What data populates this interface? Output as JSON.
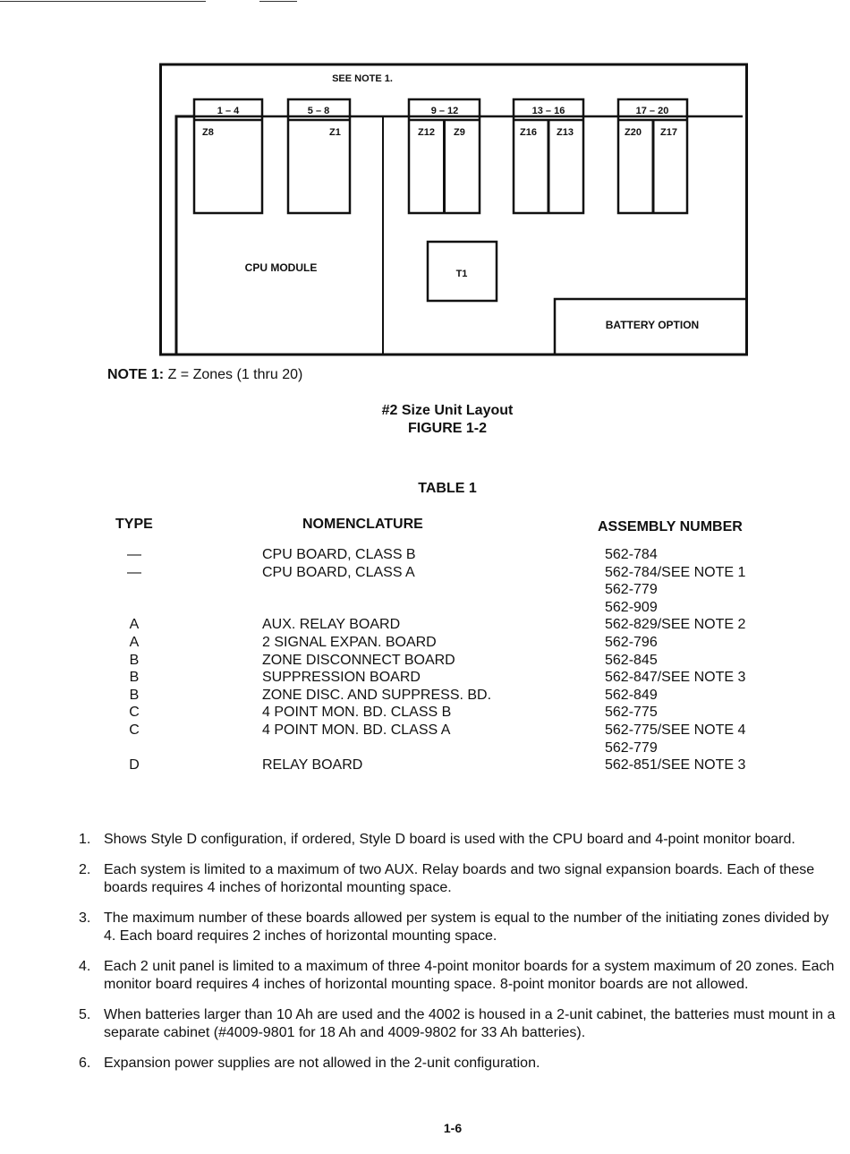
{
  "diagram": {
    "see_note": "SEE NOTE 1.",
    "slots": [
      {
        "range": "1 – 4",
        "zones": [
          "Z8"
        ]
      },
      {
        "range": "5 – 8",
        "zones": [
          "Z1"
        ]
      },
      {
        "range": "9 – 12",
        "zones": [
          "Z12",
          "Z9"
        ]
      },
      {
        "range": "13 – 16",
        "zones": [
          "Z16",
          "Z13"
        ]
      },
      {
        "range": "17 – 20",
        "zones": [
          "Z20",
          "Z17"
        ]
      }
    ],
    "cpu_module": "CPU MODULE",
    "t1": "T1",
    "battery_option": "BATTERY OPTION"
  },
  "note1": {
    "label": "NOTE 1:",
    "text": "Z = Zones (1 thru 20)"
  },
  "figure": {
    "title": "#2 Size Unit Layout",
    "number": "FIGURE 1-2"
  },
  "table": {
    "title": "TABLE 1",
    "headers": {
      "type": "TYPE",
      "nomenclature": "NOMENCLATURE",
      "assembly": "ASSEMBLY NUMBER"
    },
    "rows": [
      {
        "type": "—",
        "nomenclature": "CPU BOARD, CLASS B",
        "assembly": [
          "562-784"
        ]
      },
      {
        "type": "—",
        "nomenclature": "CPU BOARD, CLASS A",
        "assembly": [
          "562-784/SEE NOTE 1",
          "562-779",
          "562-909"
        ]
      },
      {
        "type": "A",
        "nomenclature": "AUX. RELAY BOARD",
        "assembly": [
          "562-829/SEE NOTE 2"
        ]
      },
      {
        "type": "A",
        "nomenclature": "2 SIGNAL EXPAN. BOARD",
        "assembly": [
          "562-796"
        ]
      },
      {
        "type": "B",
        "nomenclature": "ZONE DISCONNECT BOARD",
        "assembly": [
          "562-845"
        ]
      },
      {
        "type": "B",
        "nomenclature": "SUPPRESSION BOARD",
        "assembly": [
          "562-847/SEE NOTE 3"
        ]
      },
      {
        "type": "B",
        "nomenclature": "ZONE DISC. AND SUPPRESS. BD.",
        "assembly": [
          "562-849"
        ]
      },
      {
        "type": "C",
        "nomenclature": "4 POINT MON. BD. CLASS B",
        "assembly": [
          "562-775"
        ]
      },
      {
        "type": "C",
        "nomenclature": "4 POINT MON. BD. CLASS A",
        "assembly": [
          "562-775/SEE NOTE 4",
          "562-779"
        ]
      },
      {
        "type": "D",
        "nomenclature": "RELAY BOARD",
        "assembly": [
          "562-851/SEE NOTE 3"
        ]
      }
    ]
  },
  "notes": [
    {
      "num": "1.",
      "text": "Shows Style D configuration, if ordered, Style D board is used with the CPU board and 4-point monitor board."
    },
    {
      "num": "2.",
      "text": "Each system is limited to a maximum of two AUX. Relay boards and two signal expansion boards. Each of these boards requires 4 inches of horizontal mounting space."
    },
    {
      "num": "3.",
      "text": "The maximum number of these boards allowed per system is equal to the number of the initiating zones divided by 4. Each board requires 2 inches of horizontal mounting space."
    },
    {
      "num": "4.",
      "text": "Each 2 unit panel is limited to a maximum of three 4-point monitor boards for a system maximum of 20 zones. Each monitor board requires 4 inches of horizontal mounting space. 8-point monitor boards are not allowed."
    },
    {
      "num": "5.",
      "text": "When batteries larger than 10 Ah are used and the 4002 is housed in a 2-unit cabinet, the batteries must mount in a separate cabinet (#4009-9801 for 18 Ah and 4009-9802 for 33 Ah batteries)."
    },
    {
      "num": "6.",
      "text": "Expansion power supplies are not allowed in the 2-unit configuration."
    }
  ],
  "page_number": "1-6"
}
